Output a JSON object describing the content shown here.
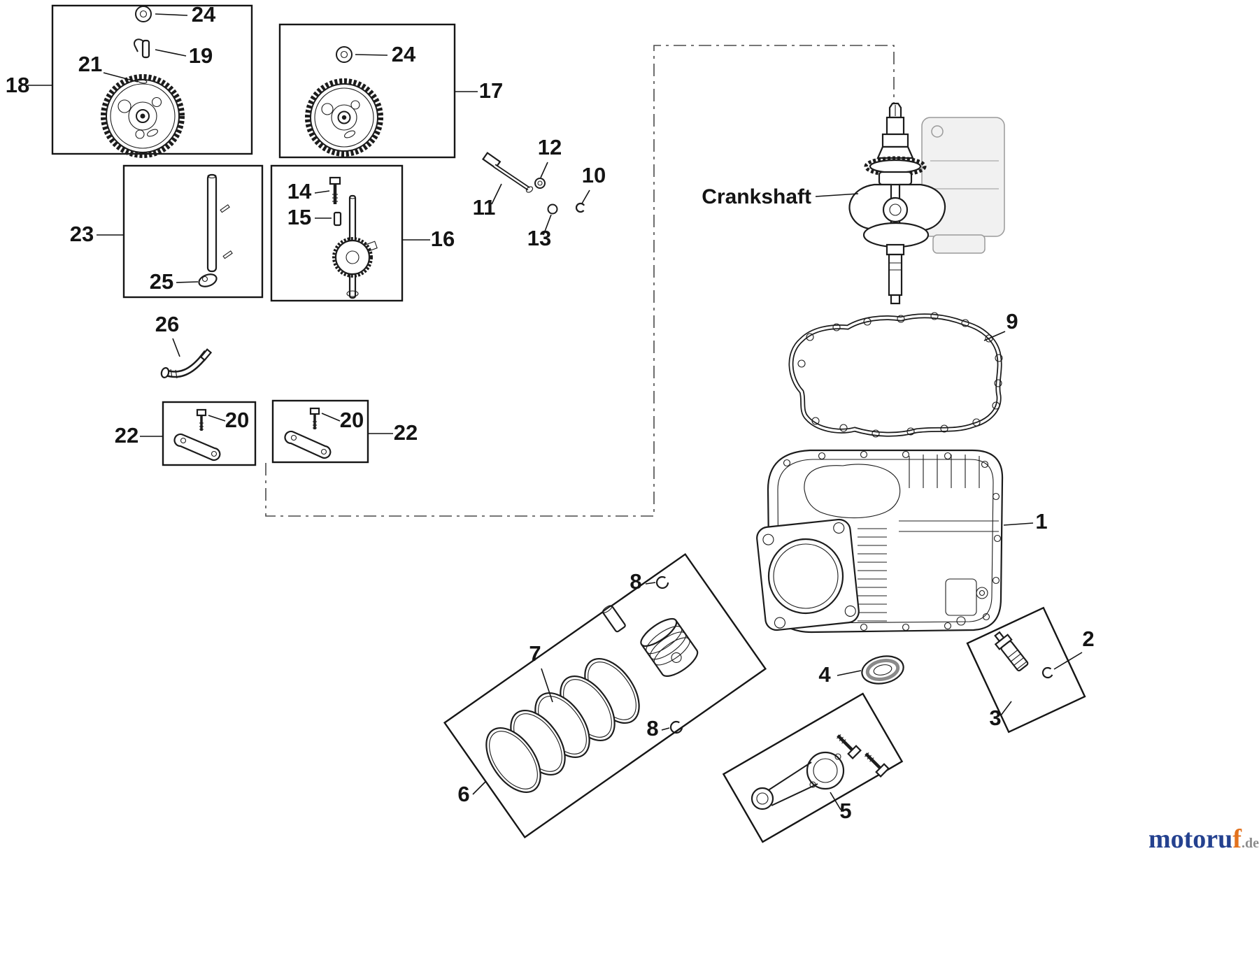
{
  "diagram": {
    "crankshaft_label": "Crankshaft",
    "callouts": {
      "c1": "1",
      "c2": "2",
      "c3": "3",
      "c4": "4",
      "c5": "5",
      "c6": "6",
      "c7": "7",
      "c8": "8",
      "c9": "9",
      "c10": "10",
      "c11": "11",
      "c12": "12",
      "c13": "13",
      "c14": "14",
      "c15": "15",
      "c16": "16",
      "c17": "17",
      "c18": "18",
      "c19": "19",
      "c20": "20",
      "c21": "21",
      "c22": "22",
      "c23": "23",
      "c24": "24",
      "c25": "25",
      "c26": "26"
    }
  },
  "watermark": {
    "brand": "motoru",
    "brand_accent": "f",
    "domain": ".de"
  }
}
